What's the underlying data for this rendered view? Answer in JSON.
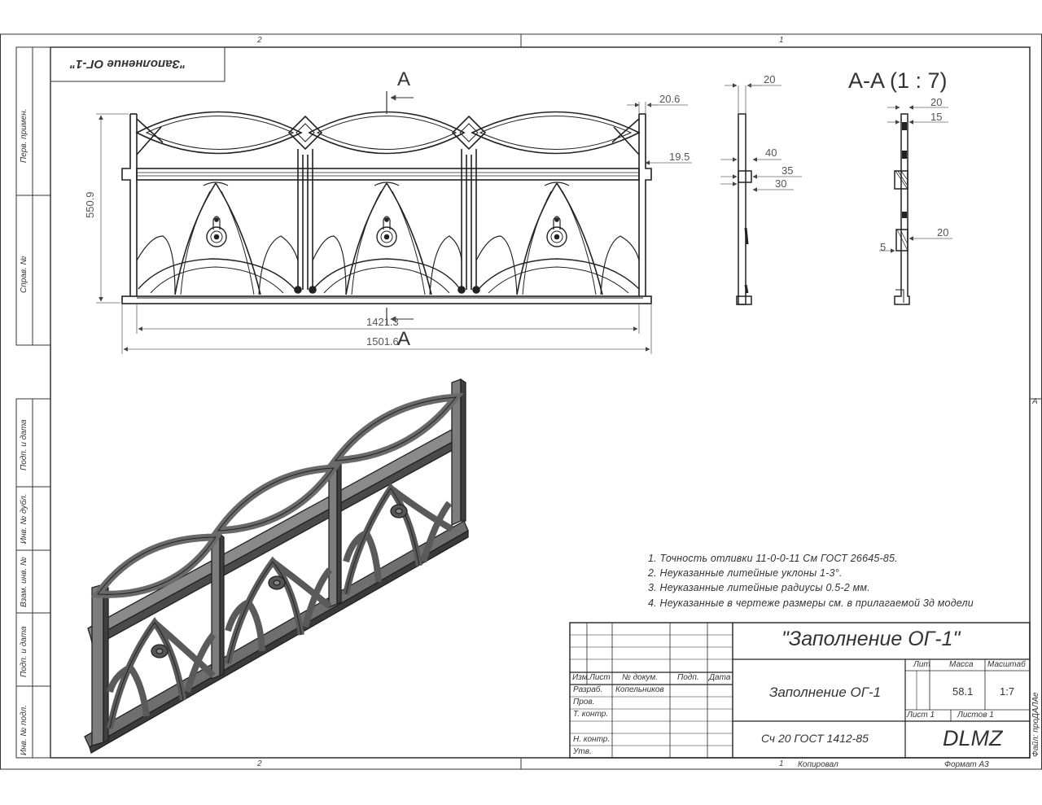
{
  "sheet": {
    "zones_top": [
      "2",
      "1"
    ],
    "zones_bottom": [
      "2",
      "1"
    ],
    "zone_right": "A"
  },
  "mirrored_title": "\"Заполнение ОГ-1\"",
  "side_stamp": [
    "Перв. примен.",
    "Справ. №",
    "Подп. и дата",
    "Инв. № дубл.",
    "Взам. инв. №",
    "Подп. и дата",
    "Инв. № подл."
  ],
  "section_marker": {
    "letter": "A",
    "section_title": "A-A (1 : 7)"
  },
  "dimensions": {
    "height": "550.9",
    "inner_width": "1421.3",
    "overall_width": "1501.6",
    "top_post": "20.6",
    "side_post": "19.5",
    "side_view": [
      "20",
      "40",
      "35",
      "30"
    ],
    "section": [
      "20",
      "15",
      "20",
      "5"
    ]
  },
  "notes": [
    "1. Точность отливки 11-0-0-11 См ГОСТ 26645-85.",
    "2. Неуказанные литейные уклоны 1-3°.",
    "3. Неуказанные литейные радиусы 0.5-2 мм.",
    "4. Неуказанные в чертеже размеры см. в прилагаемой 3д модели"
  ],
  "title_block": {
    "main_title": "\"Заполнение ОГ-1\"",
    "name": "Заполнение ОГ-1",
    "material": "Сч 20 ГОСТ 1412-85",
    "company": "DLMZ",
    "headers": {
      "izm": "Изм.",
      "list": "Лист",
      "doc": "№ докум.",
      "podp": "Подп.",
      "data": "Дата"
    },
    "roles": {
      "razrab": "Разраб.",
      "prov": "Пров.",
      "tkontr": "Т. контр.",
      "nkontr": "Н. контр.",
      "utv": "Утв."
    },
    "developer": "Копельников",
    "lit_label": "Лит",
    "mass_label": "Масса",
    "scale_label": "Масштаб",
    "mass": "58.1",
    "scale": "1:7",
    "sheet_label": "Лист 1",
    "sheets_label": "Листов 1",
    "copied": "Копировал",
    "format": "Формат А3",
    "file": "Файл: проДАЛАе"
  }
}
